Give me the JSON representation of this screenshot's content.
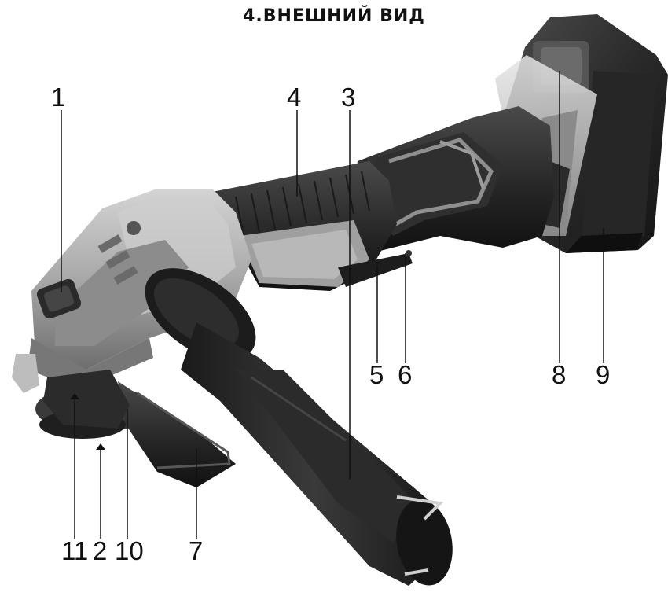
{
  "title": "4.ВНЕШНИЙ ВИД",
  "callouts": {
    "c1": "1",
    "c2": "2",
    "c3": "3",
    "c4": "4",
    "c5": "5",
    "c6": "6",
    "c7": "7",
    "c8": "8",
    "c9": "9",
    "c10": "10",
    "c11": "11"
  },
  "colors": {
    "body_gray": "#a7a7a7",
    "rubber_dark": "#2c2c2c",
    "handle_black": "#1e1e1e",
    "trim_light": "#c8c8c8"
  }
}
